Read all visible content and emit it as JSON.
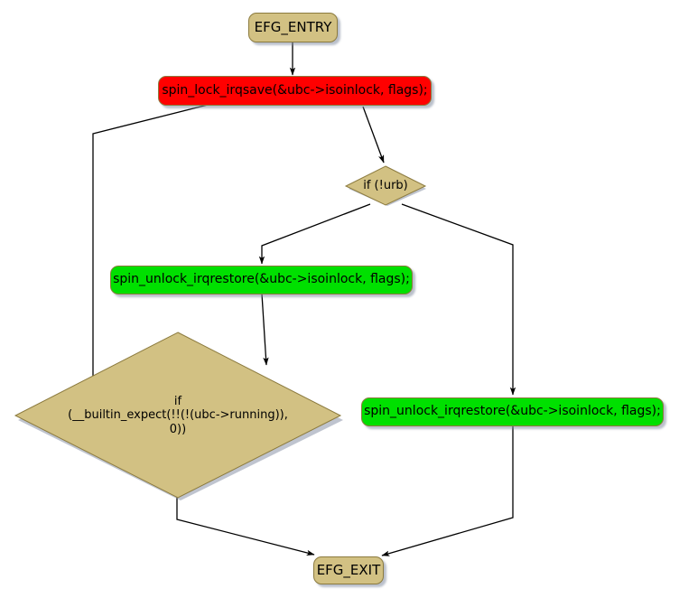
{
  "diagram": {
    "type": "control-flow-graph",
    "title": "",
    "colors": {
      "terminal_fill": "#D2C183",
      "decision_fill": "#D2C183",
      "lock_fill": "#FF0000",
      "unlock_fill": "#00E000",
      "node_border": "#8C7B3F",
      "edge_stroke": "#000000",
      "background": "#FFFFFF",
      "shadow": "#8A94A8"
    },
    "nodes": [
      {
        "id": "entry",
        "shape": "rounded-rect",
        "label": "EFG_ENTRY",
        "fill": "#D2C183"
      },
      {
        "id": "lock",
        "shape": "rounded-rect",
        "label": "spin_lock_irqsave(&ubc->isoinlock, flags);",
        "fill": "#FF0000"
      },
      {
        "id": "urb_check",
        "shape": "diamond",
        "label": "if (!urb)",
        "fill": "#D2C183"
      },
      {
        "id": "unlock_a",
        "shape": "rounded-rect",
        "label": "spin_unlock_irqrestore(&ubc->isoinlock, flags);",
        "fill": "#00E000"
      },
      {
        "id": "running_check",
        "shape": "diamond",
        "label_lines": [
          "if",
          "(__builtin_expect(!!(!(ubc->running)),",
          "0))"
        ],
        "fill": "#D2C183"
      },
      {
        "id": "unlock_b",
        "shape": "rounded-rect",
        "label": "spin_unlock_irqrestore(&ubc->isoinlock, flags);",
        "fill": "#00E000"
      },
      {
        "id": "exit",
        "shape": "rounded-rect",
        "label": "EFG_EXIT",
        "fill": "#D2C183"
      }
    ],
    "edges": [
      {
        "from": "entry",
        "to": "lock"
      },
      {
        "from": "lock",
        "to": "urb_check"
      },
      {
        "from": "urb_check",
        "to": "unlock_a"
      },
      {
        "from": "urb_check",
        "to": "unlock_b"
      },
      {
        "from": "unlock_a",
        "to": "running_check"
      },
      {
        "from": "running_check",
        "to": "lock"
      },
      {
        "from": "running_check",
        "to": "exit"
      },
      {
        "from": "unlock_b",
        "to": "exit"
      }
    ]
  }
}
